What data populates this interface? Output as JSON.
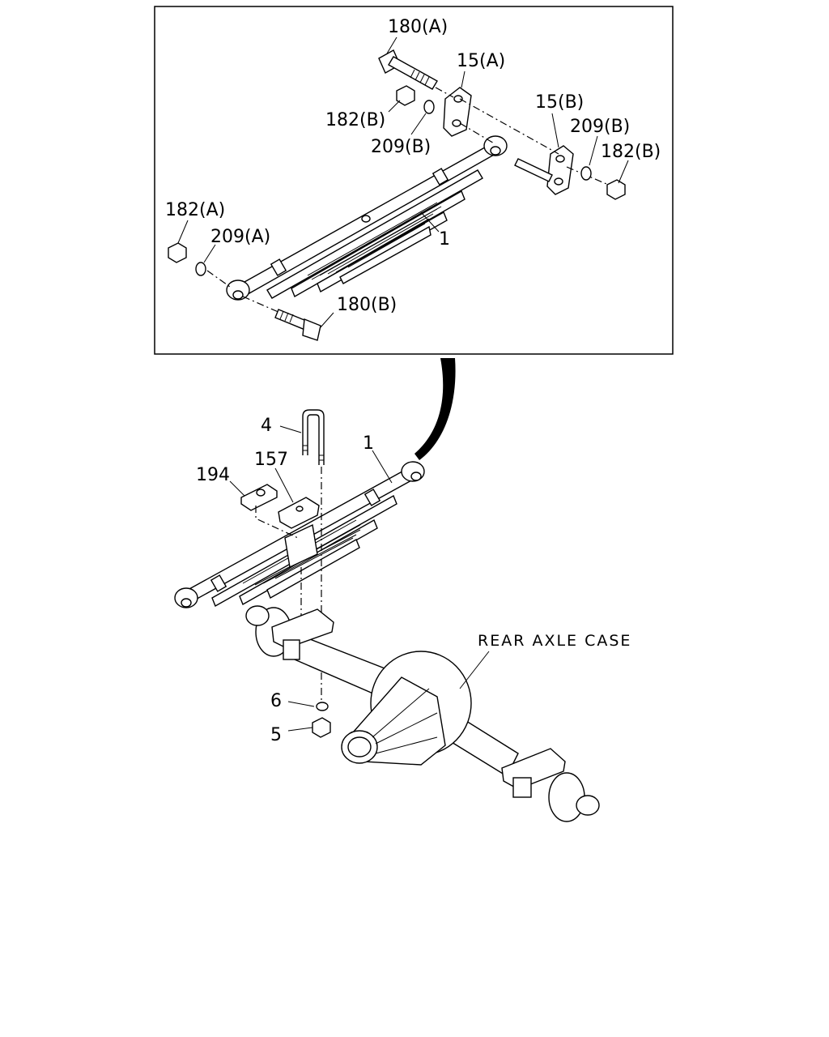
{
  "callouts": {
    "bolt_180a": "180(A)",
    "shackle_15a": "15(A)",
    "shackle_15b": "15(B)",
    "nut_182b_left": "182(B)",
    "washer_209b_left": "209(B)",
    "washer_209b_right": "209(B)",
    "nut_182b_right": "182(B)",
    "nut_182a": "182(A)",
    "washer_209a": "209(A)",
    "spring_1_detail": "1",
    "bolt_180b": "180(B)",
    "ubolt_4": "4",
    "plate_157": "157",
    "bumper_194": "194",
    "spring_1_main": "1",
    "washer_6": "6",
    "nut_5": "5",
    "rear_axle_case": "REAR AXLE CASE"
  }
}
